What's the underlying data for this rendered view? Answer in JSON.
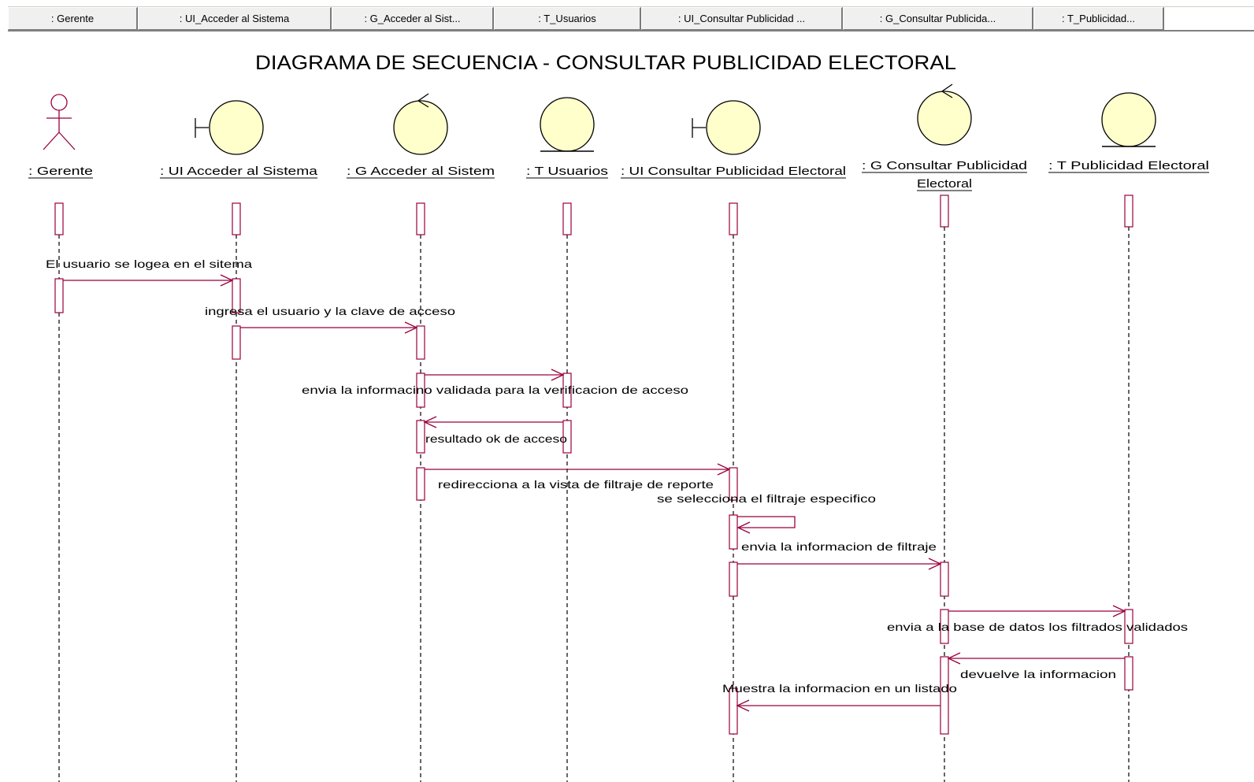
{
  "header_tabs": [
    ": Gerente",
    ": UI_Acceder al Sistema",
    ": G_Acceder al Sist...",
    ": T_Usuarios",
    ": UI_Consultar Publicidad ...",
    ": G_Consultar Publicida...",
    ": T_Publicidad..."
  ],
  "diagram": {
    "title": "DIAGRAMA DE SECUENCIA - CONSULTAR PUBLICIDAD ELECTORAL",
    "colors": {
      "line": "#99003d",
      "object_fill": "#ffffcc",
      "object_stroke": "#000000"
    },
    "participants": [
      {
        "id": "gerente",
        "kind": "actor",
        "label_lines": [
          ": Gerente"
        ]
      },
      {
        "id": "ui_acceder",
        "kind": "boundary",
        "label_lines": [
          ": UI  Acceder al Sistema"
        ]
      },
      {
        "id": "g_acceder",
        "kind": "control",
        "label_lines": [
          ": G  Acceder al Sistem"
        ]
      },
      {
        "id": "t_usuarios",
        "kind": "entity",
        "label_lines": [
          ": T  Usuarios"
        ]
      },
      {
        "id": "ui_consultar",
        "kind": "boundary",
        "label_lines": [
          ": UI  Consultar Publicidad Electoral"
        ]
      },
      {
        "id": "g_consultar",
        "kind": "control",
        "label_lines": [
          ": G  Consultar Publicidad",
          "Electoral"
        ]
      },
      {
        "id": "t_publicidad",
        "kind": "entity",
        "label_lines": [
          ": T  Publicidad Electoral"
        ]
      }
    ],
    "messages": [
      {
        "from": "gerente",
        "to": "ui_acceder",
        "text": "El usuario se logea en el sitema"
      },
      {
        "from": "ui_acceder",
        "to": "g_acceder",
        "text": "ingresa el usuario y la clave de acceso"
      },
      {
        "from": "g_acceder",
        "to": "t_usuarios",
        "text": "envia la informacino validada para la verificacion de acceso"
      },
      {
        "from": "t_usuarios",
        "to": "g_acceder",
        "text": "resultado ok de acceso"
      },
      {
        "from": "g_acceder",
        "to": "ui_consultar",
        "text": "redirecciona a la vista de filtraje de reporte"
      },
      {
        "from": "ui_consultar",
        "to": "ui_consultar",
        "text": "se selecciona el filtraje especifico"
      },
      {
        "from": "ui_consultar",
        "to": "g_consultar",
        "text": "envia la informacion de filtraje"
      },
      {
        "from": "g_consultar",
        "to": "t_publicidad",
        "text": "envia a la base de datos los filtrados validados"
      },
      {
        "from": "t_publicidad",
        "to": "g_consultar",
        "text": "devuelve la informacion"
      },
      {
        "from": "g_consultar",
        "to": "ui_consultar",
        "text": "Muestra la informacion en un listado"
      }
    ]
  }
}
